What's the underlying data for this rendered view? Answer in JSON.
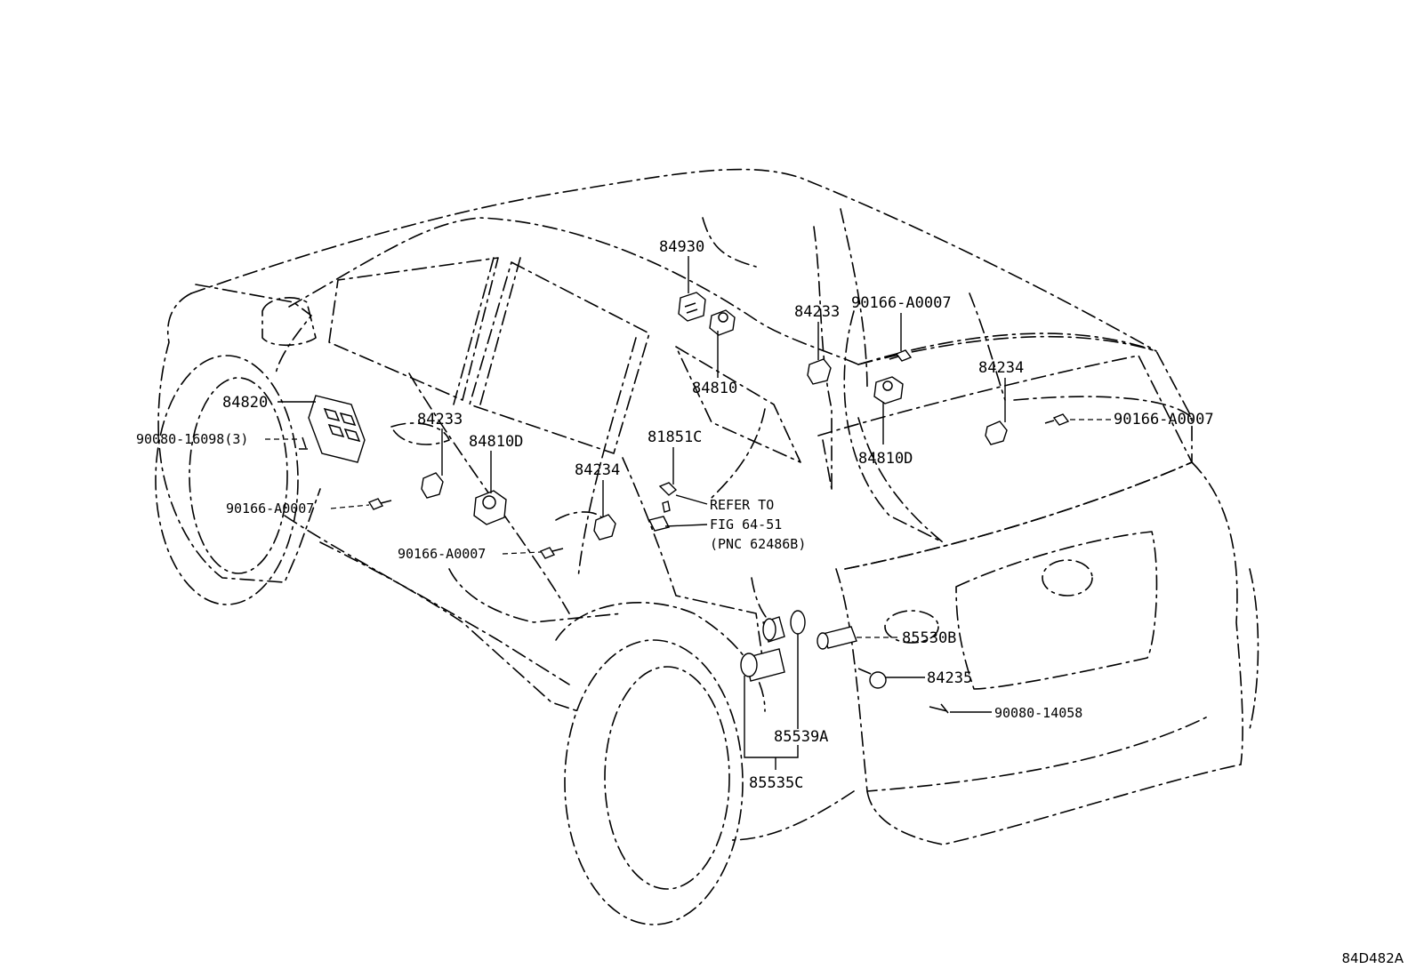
{
  "figure_code": "84D482A",
  "reference_note": [
    "REFER TO",
    "FIG 64-51",
    "(PNC 62486B)"
  ],
  "callouts": [
    {
      "id": "c1",
      "label": "84930"
    },
    {
      "id": "c2",
      "label": "84810"
    },
    {
      "id": "c3",
      "label": "84233"
    },
    {
      "id": "c4",
      "label": "90166-A0007"
    },
    {
      "id": "c5",
      "label": "84234"
    },
    {
      "id": "c6",
      "label": "90166-A0007"
    },
    {
      "id": "c7",
      "label": "84810D"
    },
    {
      "id": "c8",
      "label": "84820"
    },
    {
      "id": "c9",
      "label": "90080-16098(3)"
    },
    {
      "id": "c10",
      "label": "84233"
    },
    {
      "id": "c11",
      "label": "90166-A0007"
    },
    {
      "id": "c12",
      "label": "84810D"
    },
    {
      "id": "c13",
      "label": "84234"
    },
    {
      "id": "c14",
      "label": "90166-A0007"
    },
    {
      "id": "c15",
      "label": "81851C"
    },
    {
      "id": "c16",
      "label": "85530B"
    },
    {
      "id": "c17",
      "label": "84235"
    },
    {
      "id": "c18",
      "label": "90080-14058"
    },
    {
      "id": "c19",
      "label": "85539A"
    },
    {
      "id": "c20",
      "label": "85535C"
    }
  ]
}
